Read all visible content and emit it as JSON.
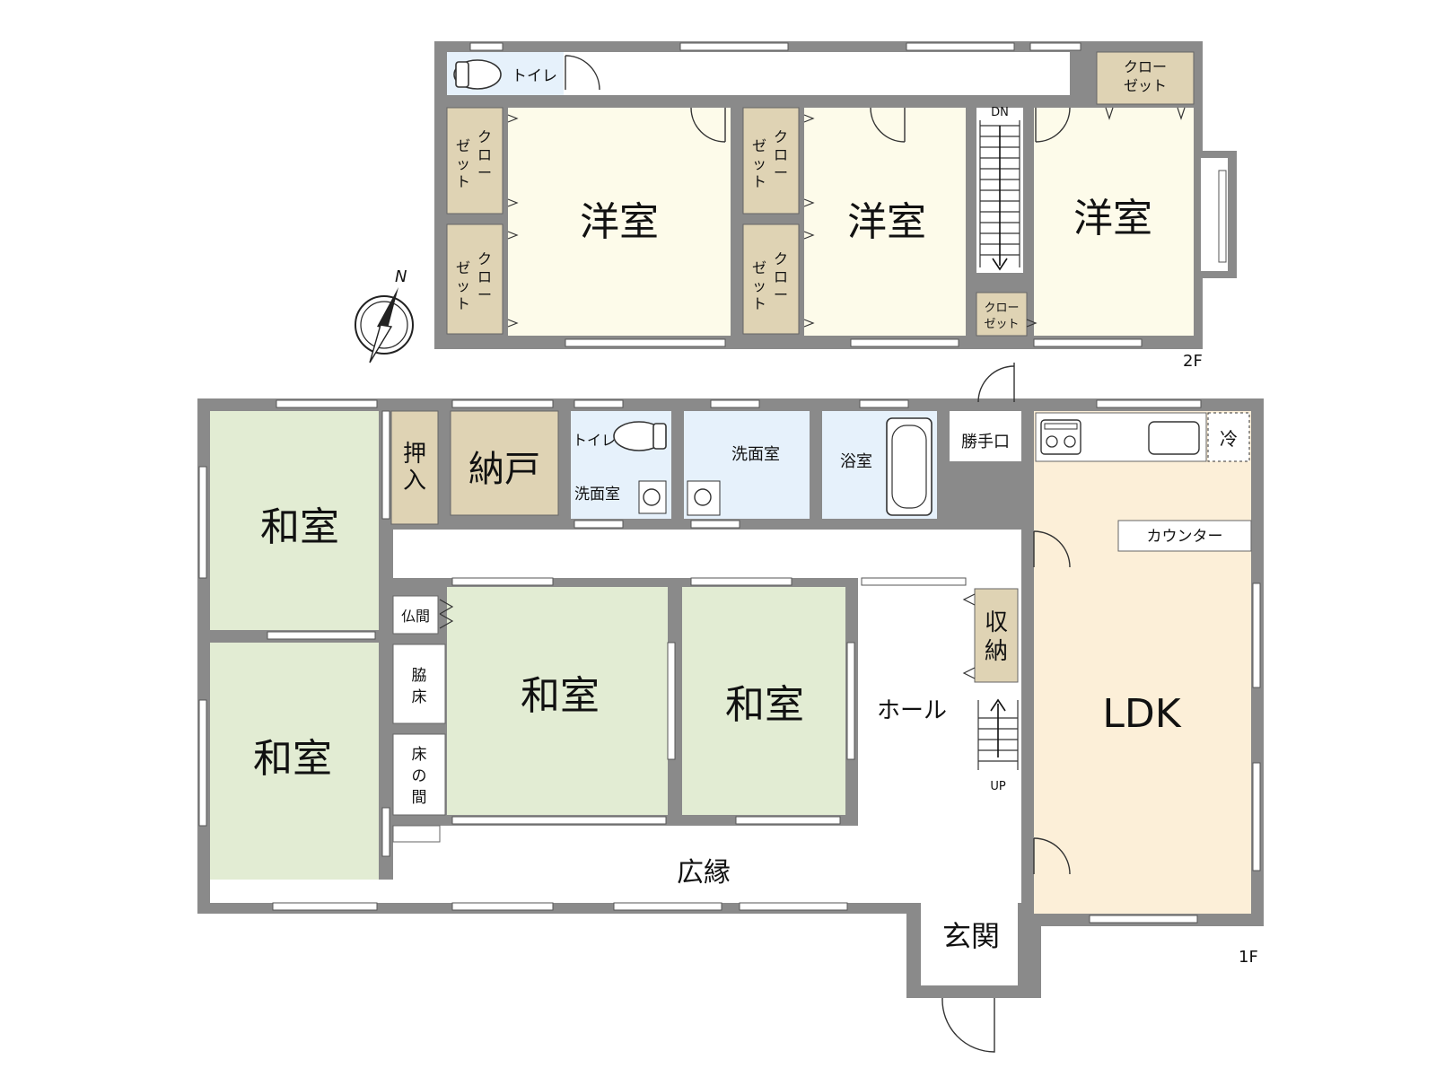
{
  "colors": {
    "wall": "#8a8a8a",
    "wall_dark": "#5a5a5a",
    "yoshitsu": "#fdfbea",
    "washitsu": "#e2ecd3",
    "storage": "#dfd3b4",
    "wet": "#e6f1fb",
    "ldk": "#fcefd8",
    "white": "#ffffff",
    "window": "#ffffff"
  },
  "floor2": {
    "floor_label": "2F",
    "rooms": {
      "yoshitsu_west": "洋室",
      "yoshitsu_center": "洋室",
      "yoshitsu_east": "洋室",
      "toilet": "トイレ",
      "closet": "クローゼット",
      "closet_horizontal": [
        "クロー",
        "ゼット"
      ],
      "closet_vertical_a": [
        "ク",
        "ロ",
        "ー"
      ],
      "closet_vertical_b": [
        "ゼ",
        "ッ",
        "ト"
      ]
    },
    "stairs_label": "DN"
  },
  "floor1": {
    "floor_label": "1F",
    "rooms": {
      "washitsu_nw": "和室",
      "washitsu_sw": "和室",
      "washitsu_center": "和室",
      "washitsu_east": "和室",
      "oshiire": [
        "押",
        "入"
      ],
      "nando": "納戸",
      "toilet": "トイレ",
      "senmen_small": "洗面室",
      "senmen": "洗面室",
      "yokushitsu": "浴室",
      "katteguchi": "勝手口",
      "butsuma": "仏間",
      "wakidoko": [
        "脇",
        "床"
      ],
      "tokonoma": [
        "床",
        "の",
        "間"
      ],
      "hall": "ホール",
      "shuno": [
        "収",
        "納"
      ],
      "hiroen": "広縁",
      "genkan": "玄関",
      "ldk": "LDK",
      "counter": "カウンター",
      "reizouko": "冷"
    },
    "stairs_label": "UP"
  },
  "compass": {
    "north_label": "N"
  }
}
